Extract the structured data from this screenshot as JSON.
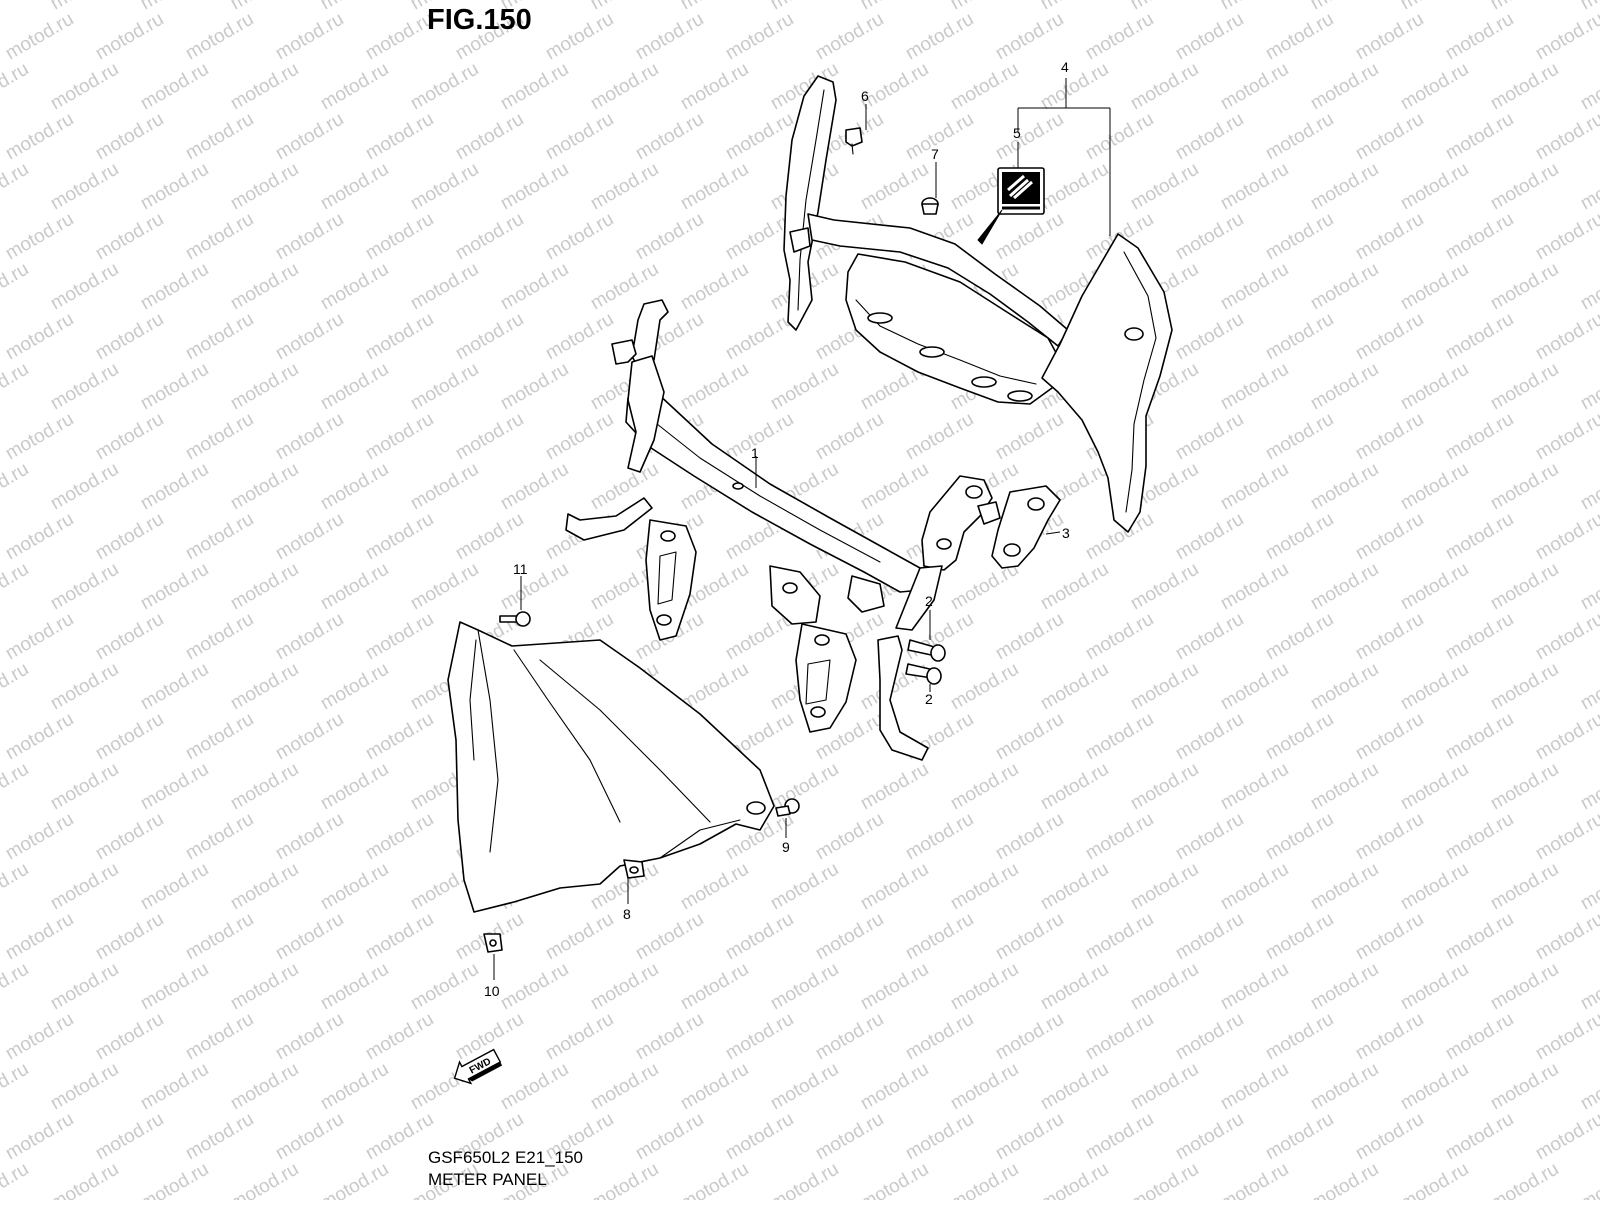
{
  "figure": {
    "title": "FIG.150",
    "code": "GSF650L2 E21_150",
    "name": "METER PANEL"
  },
  "watermark": "motod.ru",
  "fwd_label": "FWD",
  "callouts": [
    "1",
    "2",
    "2",
    "3",
    "4",
    "5",
    "6",
    "7",
    "8",
    "9",
    "10",
    "11"
  ],
  "colors": {
    "line": "#000000",
    "watermark": "#c9c9c9",
    "background": "#ffffff"
  }
}
